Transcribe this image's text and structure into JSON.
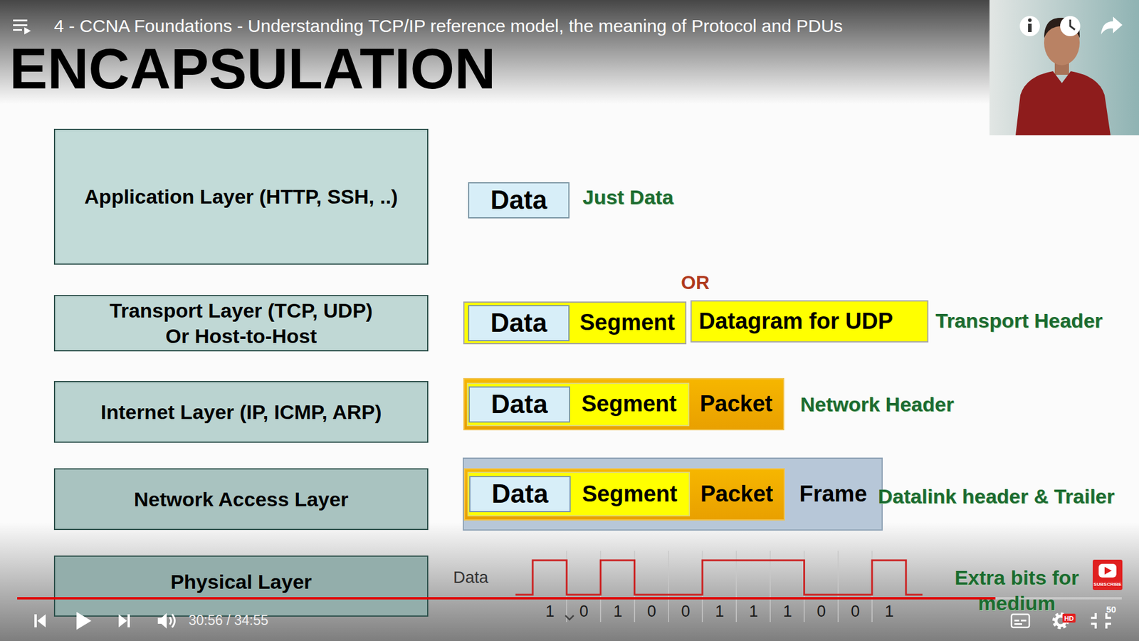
{
  "diagram": {
    "title": "ENCAPSULATION",
    "nodes": [
      {
        "text": [
          "Application Layer (HTTP, SSH, ..)"
        ]
      },
      {
        "text": [
          "Transport Layer (TCP, UDP) Or Host-to-Host"
        ]
      },
      {
        "text": [
          "Internet Layer (IP, ICMP, ARP)"
        ]
      },
      {
        "text": [
          "Network Access Layer"
        ]
      },
      {
        "text": [
          "Physical Layer"
        ]
      },
      {
        "text": [
          "Data"
        ]
      },
      {
        "text": [
          "Segment"
        ]
      },
      {
        "text": [
          "Data"
        ],
        "in": 6
      },
      {
        "text": [
          "Datagram for UDP"
        ]
      },
      {
        "text": [
          "Packet"
        ]
      },
      {
        "text": [
          "Segment"
        ],
        "in": 9
      },
      {
        "text": [
          "Data"
        ],
        "in": 10
      },
      {
        "text": [
          "Frame"
        ]
      },
      {
        "text": [
          "Packet"
        ],
        "in": 12
      },
      {
        "text": [
          "Segment"
        ],
        "in": 13
      },
      {
        "text": [
          "Data"
        ],
        "in": 14
      }
    ],
    "labels": [
      "4 - CCNA Foundations - Understanding TCP/IP reference model, the meaning of Protocol and PDUs",
      "Just Data",
      "OR",
      "Transport Header",
      "Network Header",
      "Datalink header & Trailer",
      "Data",
      "1",
      "0",
      "1",
      "0",
      "0",
      "1",
      "1",
      "1",
      "0",
      "0",
      "1",
      "Extra bits for medium",
      "30:56 / 34:55",
      "50",
      "HD",
      "SUBSCRIBE"
    ]
  }
}
